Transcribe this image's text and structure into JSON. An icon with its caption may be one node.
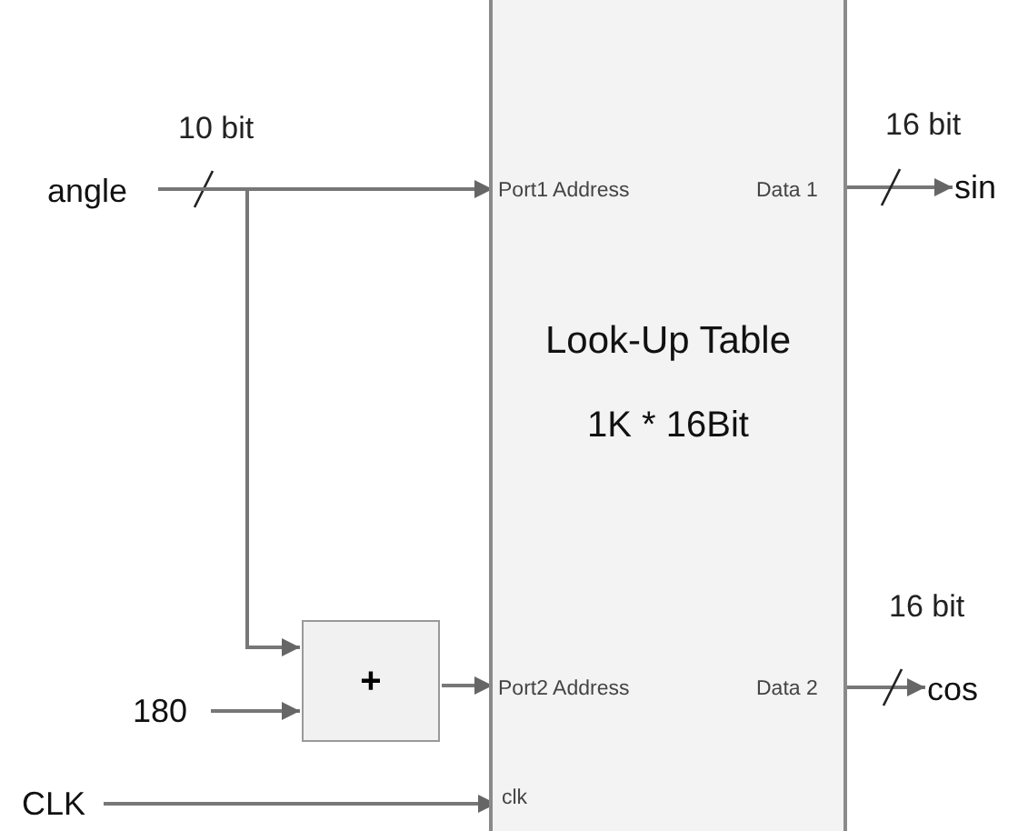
{
  "diagram": {
    "nodes": [
      {
        "text": [
          "Look-Up Table",
          "1K * 16Bit"
        ]
      },
      {
        "text": [
          "Port1 Address"
        ],
        "in": 0
      },
      {
        "text": [
          "Data 1"
        ],
        "in": 0
      },
      {
        "text": [
          "Port2 Address"
        ],
        "in": 0
      },
      {
        "text": [
          "Data 2"
        ],
        "in": 0
      },
      {
        "text": [
          "clk"
        ],
        "in": 0
      },
      {
        "text": [
          "angle"
        ]
      },
      {
        "text": [
          "sin"
        ]
      },
      {
        "text": [
          "180"
        ]
      },
      {
        "text": [
          "+"
        ]
      },
      {
        "text": [
          "cos"
        ]
      },
      {
        "text": [
          "CLK"
        ]
      }
    ],
    "edges": [
      {
        "from": 6,
        "to": 1,
        "arrow": "to",
        "label": "10 bit"
      },
      {
        "from": 6,
        "to": 9,
        "arrow": "to"
      },
      {
        "from": 8,
        "to": 9,
        "arrow": "to"
      },
      {
        "from": 9,
        "to": 3,
        "arrow": "to"
      },
      {
        "from": 2,
        "to": 7,
        "arrow": "to",
        "label": "16 bit"
      },
      {
        "from": 4,
        "to": 10,
        "arrow": "to",
        "label": "16 bit"
      },
      {
        "from": 11,
        "to": 5,
        "arrow": "to"
      }
    ]
  }
}
